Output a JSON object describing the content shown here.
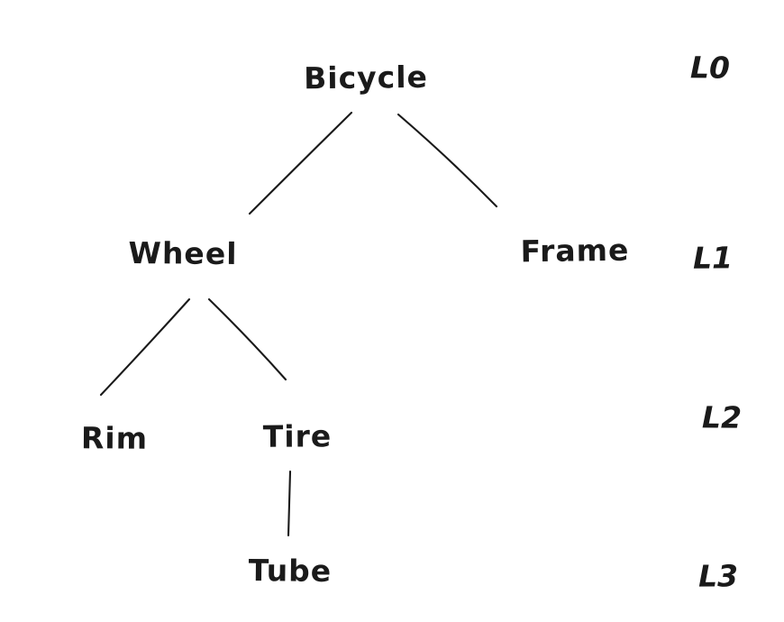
{
  "diagram": {
    "type": "tree",
    "description": "Hand-drawn component hierarchy of a bicycle with depth level labels",
    "colors": {
      "ink": "#1a1a1a",
      "background": "#ffffff"
    },
    "nodes": [
      {
        "id": "bicycle",
        "label": "Bicycle",
        "level": 0
      },
      {
        "id": "wheel",
        "label": "Wheel",
        "level": 1
      },
      {
        "id": "frame",
        "label": "Frame",
        "level": 1
      },
      {
        "id": "rim",
        "label": "Rim",
        "level": 2
      },
      {
        "id": "tire",
        "label": "Tire",
        "level": 2
      },
      {
        "id": "tube",
        "label": "Tube",
        "level": 3
      }
    ],
    "edges": [
      {
        "from": "Bicycle",
        "to": "Wheel"
      },
      {
        "from": "Bicycle",
        "to": "Frame"
      },
      {
        "from": "Wheel",
        "to": "Rim"
      },
      {
        "from": "Wheel",
        "to": "Tire"
      },
      {
        "from": "Tire",
        "to": "Tube"
      }
    ],
    "level_labels": [
      "L0",
      "L1",
      "L2",
      "L3"
    ]
  }
}
